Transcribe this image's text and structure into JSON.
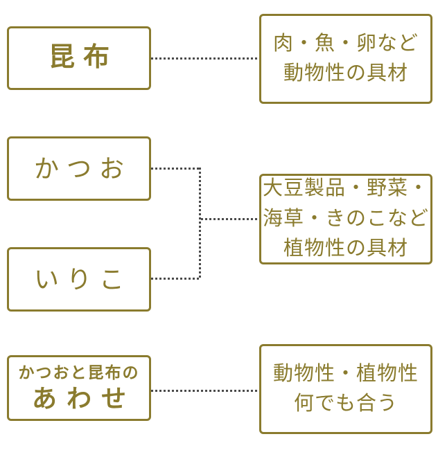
{
  "palette": {
    "box_border": "#8a7b2e",
    "box_text": "#8a7b2e",
    "connector_dots": "#4a4a4a",
    "background": "#ffffff"
  },
  "left_boxes": [
    {
      "id": "kombu",
      "label": "昆布"
    },
    {
      "id": "katsuo",
      "label": "かつお"
    },
    {
      "id": "iriko",
      "label": "いりこ"
    },
    {
      "id": "awase",
      "label_top": "かつおと昆布の",
      "label_main": "あわせ"
    }
  ],
  "right_boxes": [
    {
      "id": "animal-ingredients",
      "lines": [
        "肉・魚・卵など",
        "動物性の具材"
      ]
    },
    {
      "id": "plant-ingredients",
      "lines": [
        "大豆製品・野菜・",
        "海草・きのこなど",
        "植物性の具材"
      ]
    },
    {
      "id": "any-ingredients",
      "lines": [
        "動物性・植物性",
        "何でも合う"
      ]
    }
  ],
  "connections": [
    {
      "from": "kombu",
      "to": "animal-ingredients"
    },
    {
      "from": "katsuo",
      "to": "plant-ingredients"
    },
    {
      "from": "iriko",
      "to": "plant-ingredients"
    },
    {
      "from": "awase",
      "to": "any-ingredients"
    }
  ]
}
